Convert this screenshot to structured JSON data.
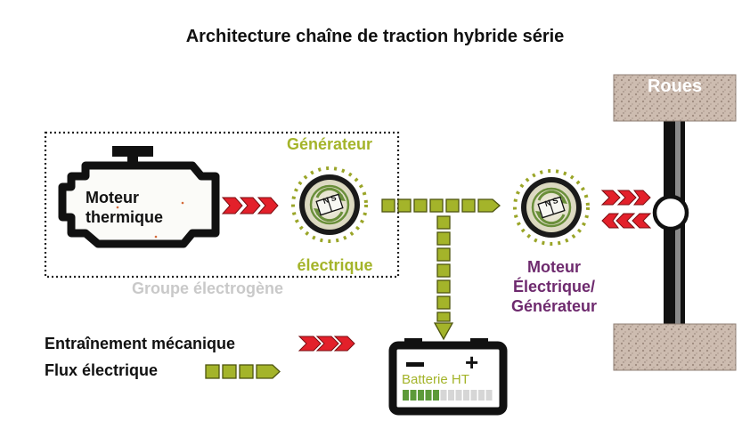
{
  "title": "Architecture chaîne de traction hybride série",
  "engine": {
    "line1": "Moteur",
    "line2": "thermique"
  },
  "generator": {
    "top_label": "Générateur",
    "bottom_label": "électrique",
    "rotor_label": "N S"
  },
  "genset_label": "Groupe électrogène",
  "motor": {
    "line1": "Moteur",
    "line2": "Électrique/",
    "line3": "Générateur",
    "rotor_label": "N S"
  },
  "wheels_label": "Roues",
  "battery": {
    "label": "Batterie HT",
    "minus": "–",
    "plus": "+",
    "charge_level": 0.4
  },
  "legend": {
    "mechanical": "Entraînement mécanique",
    "electrical": "Flux électrique"
  },
  "colors": {
    "mechanical": "#e3202a",
    "electrical": "#a4b42a",
    "motor_text": "#6e2a6e",
    "genset_text": "#c9c9c9"
  }
}
